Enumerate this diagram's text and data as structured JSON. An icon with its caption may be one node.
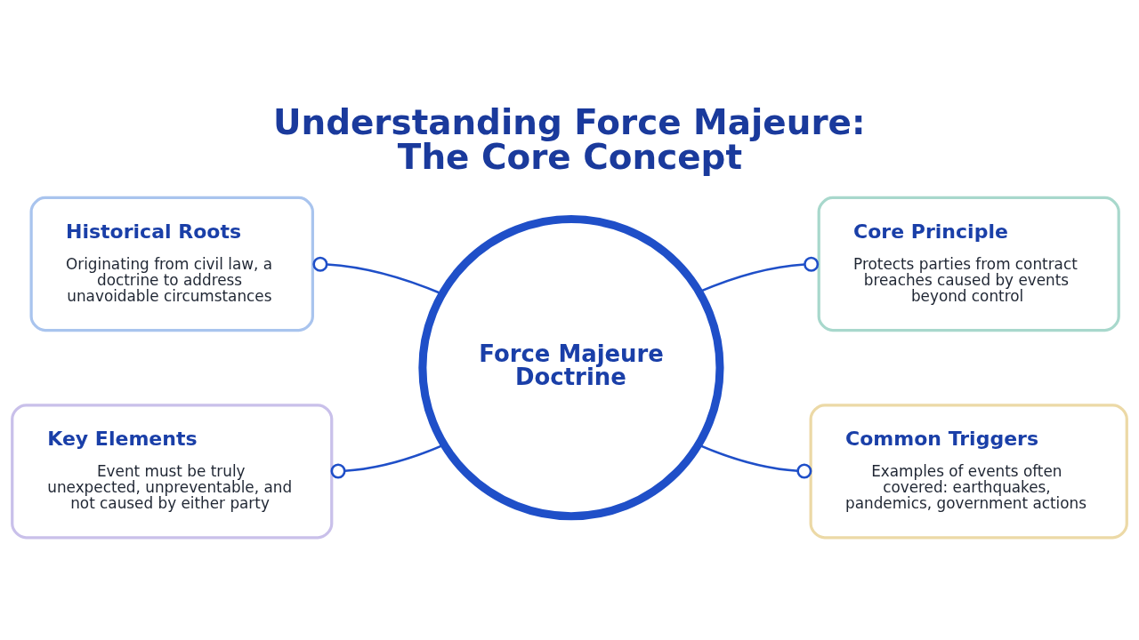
{
  "diagram": {
    "title": "Understanding Force Majeure: The Core Concept",
    "nodes": [
      {
        "text": [
          "Historical Roots",
          "Originating from civil law, a doctrine to address unavoidable circumstances"
        ]
      },
      {
        "text": [
          "Core Principle",
          "Protects parties from contract breaches caused by events beyond control"
        ]
      },
      {
        "text": [
          "Force Majeure Doctrine"
        ]
      },
      {
        "text": [
          "Key Elements",
          "Event must be truly unexpected, unpreventable, and not caused by either party"
        ]
      },
      {
        "text": [
          "Common Triggers",
          "Examples of events often covered: earthquakes, pandemics, government actions"
        ]
      }
    ],
    "edges": [
      {
        "from": 2,
        "to": 0,
        "arrow": "other"
      },
      {
        "from": 2,
        "to": 1,
        "arrow": "other"
      },
      {
        "from": 2,
        "to": 3,
        "arrow": "other"
      },
      {
        "from": 2,
        "to": 4,
        "arrow": "other"
      }
    ]
  }
}
